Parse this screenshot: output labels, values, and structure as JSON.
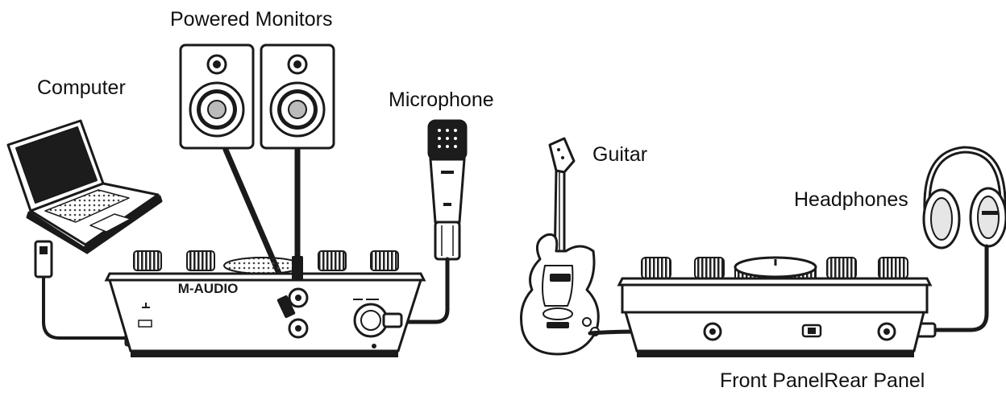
{
  "labels": {
    "computer": "Computer",
    "powered_monitors": "Powered Monitors",
    "microphone": "Microphone",
    "guitar": "Guitar",
    "headphones": "Headphones",
    "front_rear_panel": "Front PanelRear Panel"
  },
  "device": {
    "brand": "M-AUDIO"
  },
  "colors": {
    "ink": "#111111",
    "outline": "#1a1a1a",
    "paper": "#ffffff",
    "shade": "#d9d9d9"
  }
}
